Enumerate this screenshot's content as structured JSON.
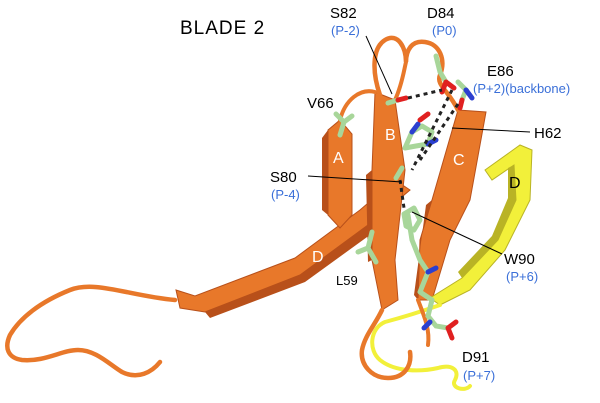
{
  "title": "BLADE  2",
  "colors": {
    "ribbon": "#e8782a",
    "ribbon_dark": "#b8501a",
    "helix": "#f2f03a",
    "helix_dark": "#b9b325",
    "carbon": "#a8d69a",
    "oxygen": "#e02020",
    "nitrogen": "#2b3fd0",
    "annotation_blue": "#3a6fd8"
  },
  "strands": {
    "a": "A",
    "b": "B",
    "c": "C",
    "d_left": "D",
    "d_right": "D"
  },
  "residues": {
    "s82": {
      "name": "S82",
      "position": "(P-2)"
    },
    "d84": {
      "name": "D84",
      "position": "(P0)"
    },
    "e86": {
      "name": "E86",
      "position": "(P+2)(backbone)"
    },
    "v66": {
      "name": "V66"
    },
    "h62": {
      "name": "H62"
    },
    "s80": {
      "name": "S80",
      "position": "(P-4)"
    },
    "w90": {
      "name": "W90",
      "position": "(P+6)"
    },
    "l59": {
      "name": "L59"
    },
    "d91": {
      "name": "D91",
      "position": "(P+7)"
    }
  }
}
